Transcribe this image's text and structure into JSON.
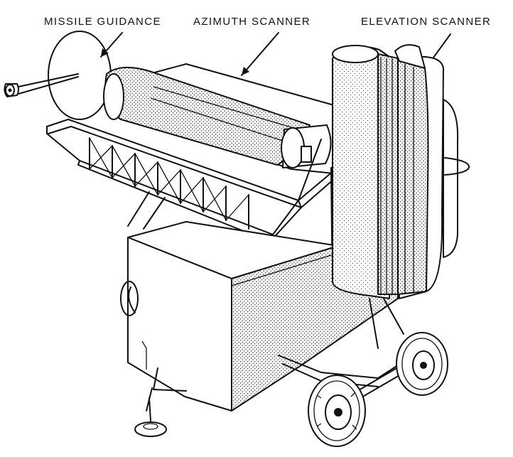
{
  "callouts": [
    {
      "id": "missile-guidance",
      "text": "MISSILE GUIDANCE"
    },
    {
      "id": "azimuth-scanner",
      "text": "AZIMUTH SCANNER"
    },
    {
      "id": "elevation-scanner",
      "text": "ELEVATION SCANNER"
    }
  ],
  "colors": {
    "ink": "#111111",
    "paper": "#ffffff"
  }
}
